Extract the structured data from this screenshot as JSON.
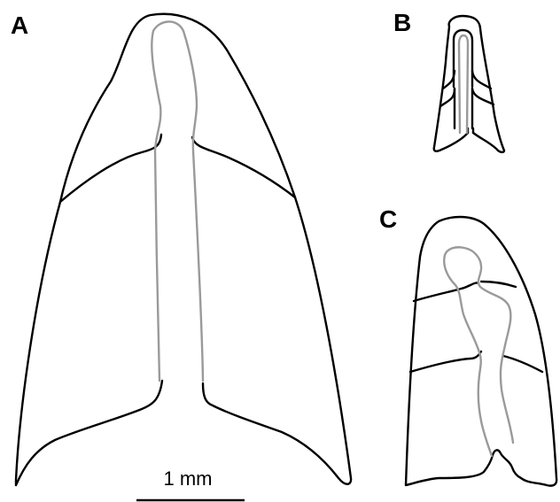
{
  "figure": {
    "panels": [
      {
        "id": "A",
        "label": "A"
      },
      {
        "id": "B",
        "label": "B"
      },
      {
        "id": "C",
        "label": "C"
      }
    ],
    "scale_bar": {
      "label": "1 mm"
    },
    "colors": {
      "outline": "#000000",
      "inner_line": "#9a9a9a",
      "background": "#ffffff"
    }
  }
}
